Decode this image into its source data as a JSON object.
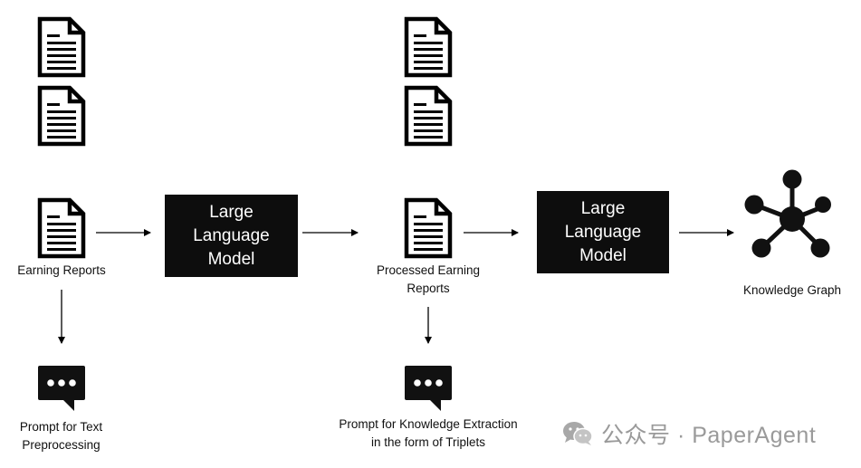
{
  "diagram": {
    "stage1": {
      "caption": "Earning Reports"
    },
    "llm1": {
      "label": "Large\nLanguage\nModel"
    },
    "stage2": {
      "caption": "Processed Earning\nReports"
    },
    "llm2": {
      "label": "Large\nLanguage\nModel"
    },
    "output": {
      "caption": "Knowledge Graph"
    },
    "prompt1": {
      "caption": "Prompt for Text\nPreprocessing"
    },
    "prompt2": {
      "caption": "Prompt for Knowledge Extraction\nin the form of Triplets"
    }
  },
  "watermark": {
    "text": "公众号 · PaperAgent"
  },
  "icons": {
    "document": "document-icon",
    "chat": "chat-bubble-icon",
    "graph": "knowledge-graph-icon",
    "wechat": "wechat-icon"
  }
}
